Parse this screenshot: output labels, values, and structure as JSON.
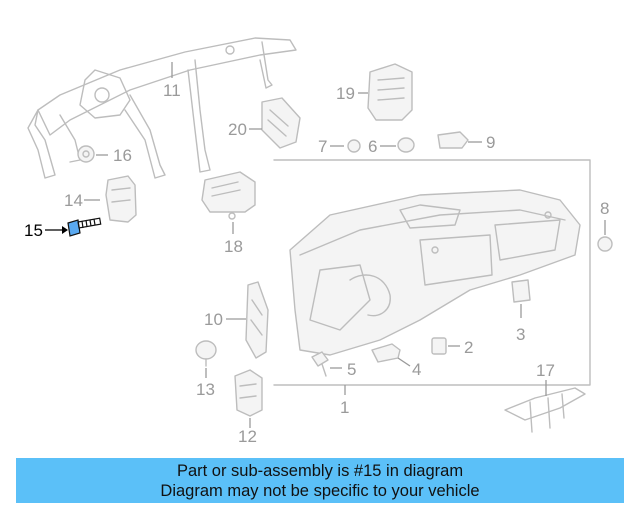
{
  "diagram": {
    "labels": {
      "p1": "1",
      "p2": "2",
      "p3": "3",
      "p4": "4",
      "p5": "5",
      "p6": "6",
      "p7": "7",
      "p8": "8",
      "p9": "9",
      "p10": "10",
      "p11": "11",
      "p12": "12",
      "p13": "13",
      "p14": "14",
      "p15": "15",
      "p16": "16",
      "p17": "17",
      "p18": "18",
      "p19": "19",
      "p20": "20"
    },
    "highlight_color": "#5aa9f0"
  },
  "banner": {
    "line1": "Part or sub-assembly is #15 in diagram",
    "line2": "Diagram may not be specific to your vehicle",
    "background": "#5bc0f8"
  }
}
